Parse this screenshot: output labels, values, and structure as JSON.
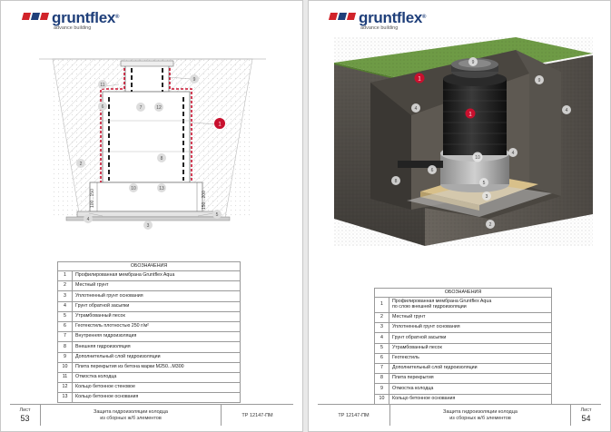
{
  "brand": {
    "name": "gruntflex",
    "reg": "®",
    "tagline": "advance building"
  },
  "colors": {
    "brand_blue": "#1f3f7a",
    "brand_red": "#d1232a",
    "marker_red": "#c8102e"
  },
  "left_page": {
    "drawing_labels": {
      "m1": "1",
      "m2": "2",
      "m3": "3",
      "m4": "4",
      "m5": "5",
      "m6": "6",
      "m7": "7",
      "m8": "8",
      "m9": "9",
      "m10": "10",
      "m11": "11",
      "m12": "12",
      "m13": "13",
      "dim_left": "100...150",
      "dim_right": "150...200"
    },
    "legend_title": "ОБОЗНАЧЕНИЯ",
    "legend": [
      {
        "num": "1",
        "text": "Профилированная мембрана Gruntflex Aqua"
      },
      {
        "num": "2",
        "text": "Местный грунт"
      },
      {
        "num": "3",
        "text": "Уплотненный грунт основания"
      },
      {
        "num": "4",
        "text": "Грунт обратной засыпки"
      },
      {
        "num": "5",
        "text": "Утрамбованный песок"
      },
      {
        "num": "6",
        "text": "Геотекстиль плотностью 250 г/м²"
      },
      {
        "num": "7",
        "text": "Внутренняя гидроизоляция"
      },
      {
        "num": "8",
        "text": "Внешняя гидроизоляция"
      },
      {
        "num": "9",
        "text": "Дополнительный слой гидроизоляции"
      },
      {
        "num": "10",
        "text": "Плита перекрытия из бетона марки М250...М300"
      },
      {
        "num": "11",
        "text": "Отмостка колодца"
      },
      {
        "num": "12",
        "text": "Кольцо бетонное стеновое"
      },
      {
        "num": "13",
        "text": "Кольцо бетонное основания"
      }
    ],
    "footer": {
      "sheet_label": "Лист",
      "sheet_number": "53",
      "title_line1": "Защита гидроизоляции колодца",
      "title_line2": "из сборных ж/б элементов",
      "code": "ТР 12147-ПМ"
    }
  },
  "right_page": {
    "render_labels": {
      "m1a": "1",
      "m1b": "1",
      "m2": "2",
      "m3": "3",
      "m4a": "4",
      "m4b": "4",
      "m4c": "4",
      "m5": "5",
      "m6": "6",
      "m8": "8",
      "m9a": "9",
      "m9b": "9",
      "m10": "10"
    },
    "legend_title": "ОБОЗНАЧЕНИЯ",
    "legend": [
      {
        "num": "1",
        "text": "Профилированная мембрана Gruntflex Aqua",
        "text2": "по слою внешней гидроизоляции"
      },
      {
        "num": "2",
        "text": "Местный грунт"
      },
      {
        "num": "3",
        "text": "Уплотненный грунт основания"
      },
      {
        "num": "4",
        "text": "Грунт обратной засыпки"
      },
      {
        "num": "5",
        "text": "Утрамбованный песок"
      },
      {
        "num": "6",
        "text": "Геотекстиль"
      },
      {
        "num": "7",
        "text": "Дополнительный слой гидроизоляции"
      },
      {
        "num": "8",
        "text": "Плита перекрытия"
      },
      {
        "num": "9",
        "text": "Отмостка колодца"
      },
      {
        "num": "10",
        "text": "Кольцо бетонное основания"
      }
    ],
    "footer": {
      "sheet_label": "Лист",
      "sheet_number": "54",
      "title_line1": "Защита гидроизоляции колодца",
      "title_line2": "из сборных ж/б элементов",
      "code": "ТР 12147-ПМ"
    }
  }
}
